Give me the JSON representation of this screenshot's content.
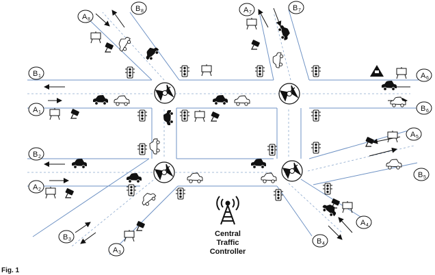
{
  "colors": {
    "road": "#6e92c4",
    "lane": "#8aa7cc",
    "ink": "#111111"
  },
  "nodes": {
    "A8": {
      "main": "A",
      "sub": "8"
    },
    "B8": {
      "main": "B",
      "sub": "8"
    },
    "A7": {
      "main": "A",
      "sub": "7"
    },
    "B7": {
      "main": "B",
      "sub": "7"
    },
    "B1": {
      "main": "B",
      "sub": "1"
    },
    "A1": {
      "main": "A",
      "sub": "1"
    },
    "B2": {
      "main": "B",
      "sub": "2"
    },
    "A2": {
      "main": "A",
      "sub": "2"
    },
    "B3": {
      "main": "B",
      "sub": "3"
    },
    "A3": {
      "main": "A",
      "sub": "3"
    },
    "A6": {
      "main": "A",
      "sub": "6"
    },
    "B6": {
      "main": "B",
      "sub": "6"
    },
    "A5": {
      "main": "A",
      "sub": "5"
    },
    "B5": {
      "main": "B",
      "sub": "5"
    },
    "A4": {
      "main": "A",
      "sub": "4"
    },
    "B4": {
      "main": "B",
      "sub": "4"
    }
  },
  "controller": {
    "line1": "Central",
    "line2": "Traffic",
    "line3": "Controller"
  },
  "caption": "Fig. 1"
}
